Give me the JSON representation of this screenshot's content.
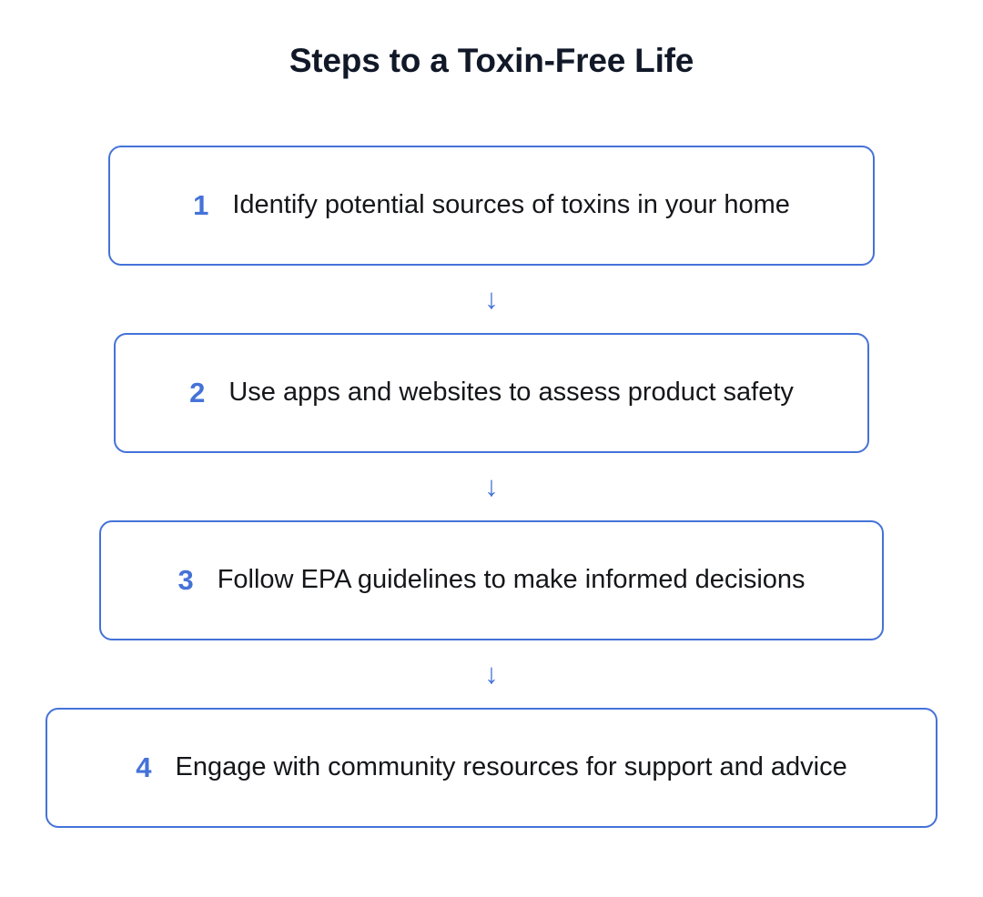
{
  "page": {
    "title": "Steps to a Toxin-Free Life",
    "background_color": "#ffffff",
    "title_color": "#111827",
    "accent_color": "#4472d8",
    "body_text_color": "#15161a"
  },
  "flow": {
    "connector_icon": "↓",
    "connector_name": "arrow-down-icon",
    "steps": [
      {
        "number": "1",
        "text": "Identify potential sources of toxins in your home"
      },
      {
        "number": "2",
        "text": "Use apps and websites to assess product safety"
      },
      {
        "number": "3",
        "text": "Follow EPA guidelines to make informed decisions"
      },
      {
        "number": "4",
        "text": "Engage with community resources for support and advice"
      }
    ]
  }
}
